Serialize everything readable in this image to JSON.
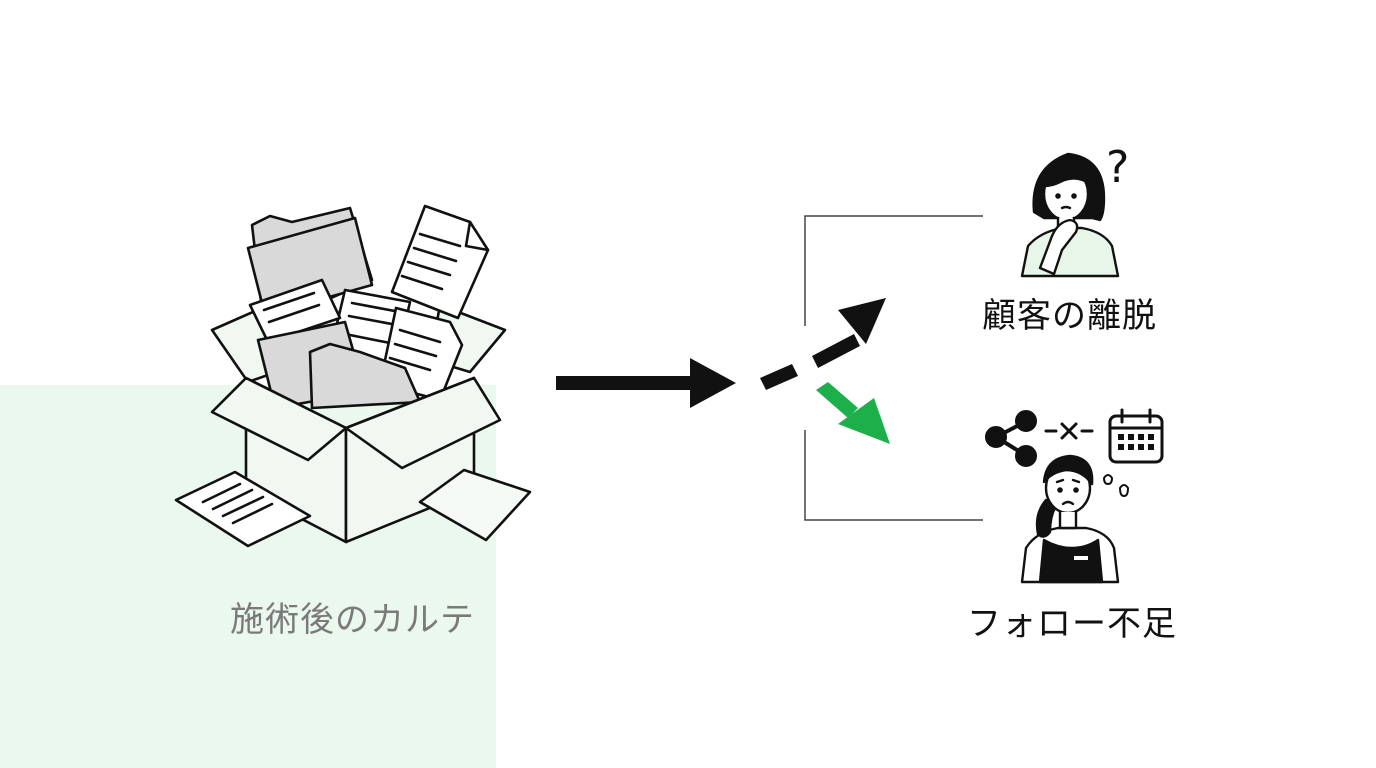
{
  "labels": {
    "box": "施術後のカルテ",
    "churn": "顧客の離脱",
    "follow": "フォロー不足"
  },
  "question_mark": "?",
  "colors": {
    "panel": "#ebf8ee",
    "accent_green": "#1db04a",
    "ink": "#111111",
    "muted_text": "#7a7a7a",
    "box_fill": "#f1f8f2",
    "folder_fill": "#d9d9d9"
  },
  "icons": [
    "cardboard-box-icon",
    "folder-icon",
    "document-icon",
    "woman-confused-icon",
    "share-icon",
    "broken-link-icon",
    "calendar-icon",
    "staff-worried-icon"
  ]
}
